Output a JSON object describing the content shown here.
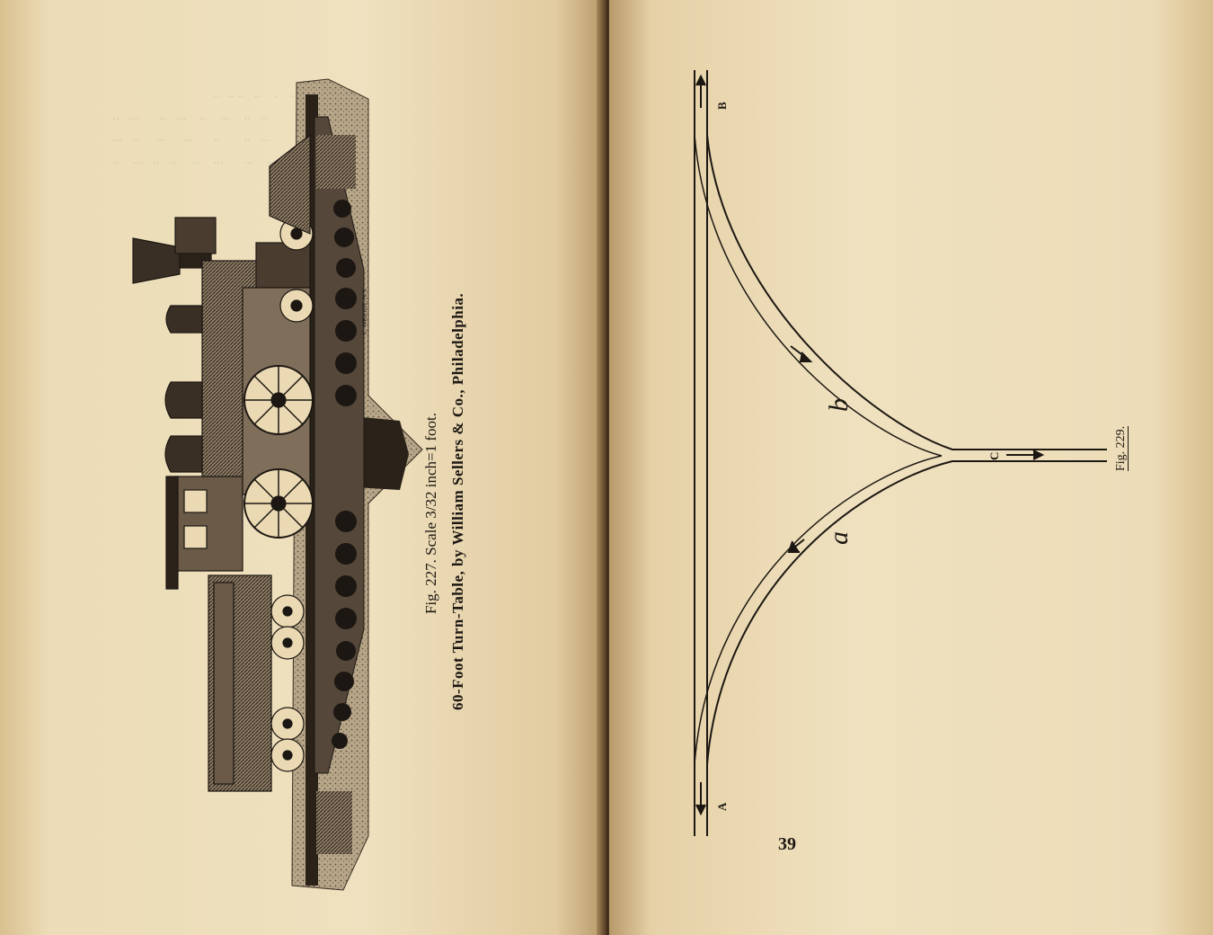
{
  "left_page": {
    "figure_caption": "Fig. 227.  Scale 3/32 inch=1 foot.",
    "figure_title_prefix": "60-Foot Turn-Table, by ",
    "figure_title_maker": "William Sellers & Co., Philadelphia.",
    "engraver_mark": "C. WRIGHT, N.Y."
  },
  "right_page": {
    "page_number": "39",
    "figure_label": "Fig. 229.",
    "diagram_labels": {
      "a": "a",
      "b": "b",
      "A": "A",
      "B": "B",
      "C": "C"
    }
  },
  "colors": {
    "paper": "#efe1bf",
    "ink": "#1c1712",
    "shade": "#6b5a48"
  }
}
